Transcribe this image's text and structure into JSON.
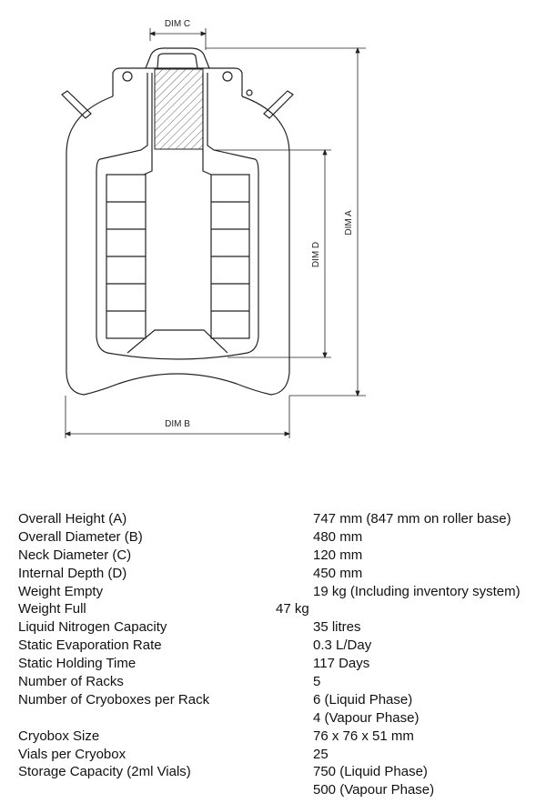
{
  "diagram": {
    "dim_a": "DIM A",
    "dim_b": "DIM B",
    "dim_c": "DIM C",
    "dim_d": "DIM D"
  },
  "specs": [
    {
      "label": "Overall Height (A)",
      "value": "747 mm (847 mm on roller base)"
    },
    {
      "label": "Overall Diameter (B)",
      "value": "480 mm"
    },
    {
      "label": "Neck Diameter (C)",
      "value": "120 mm"
    },
    {
      "label": "Internal Depth (D)",
      "value": "450 mm"
    },
    {
      "label": "Weight Empty",
      "value": "19 kg (Including inventory system)"
    },
    {
      "label": "Weight Full",
      "value": "47 kg"
    },
    {
      "label": "Liquid Nitrogen Capacity",
      "value": "35 litres"
    },
    {
      "label": "Static Evaporation Rate",
      "value": "0.3 L/Day"
    },
    {
      "label": "Static Holding Time",
      "value": "117 Days"
    },
    {
      "label": "Number of Racks",
      "value": "5"
    },
    {
      "label": "Number of Cryoboxes per Rack",
      "value": "6 (Liquid Phase)"
    },
    {
      "label": "",
      "value": "4 (Vapour Phase)"
    },
    {
      "label": "Cryobox Size",
      "value": "76 x 76 x 51 mm"
    },
    {
      "label": "Vials per Cryobox",
      "value": "25"
    },
    {
      "label": "Storage Capacity (2ml Vials)",
      "value": "750 (Liquid Phase)"
    },
    {
      "label": "",
      "value": "500 (Vapour Phase)"
    }
  ]
}
